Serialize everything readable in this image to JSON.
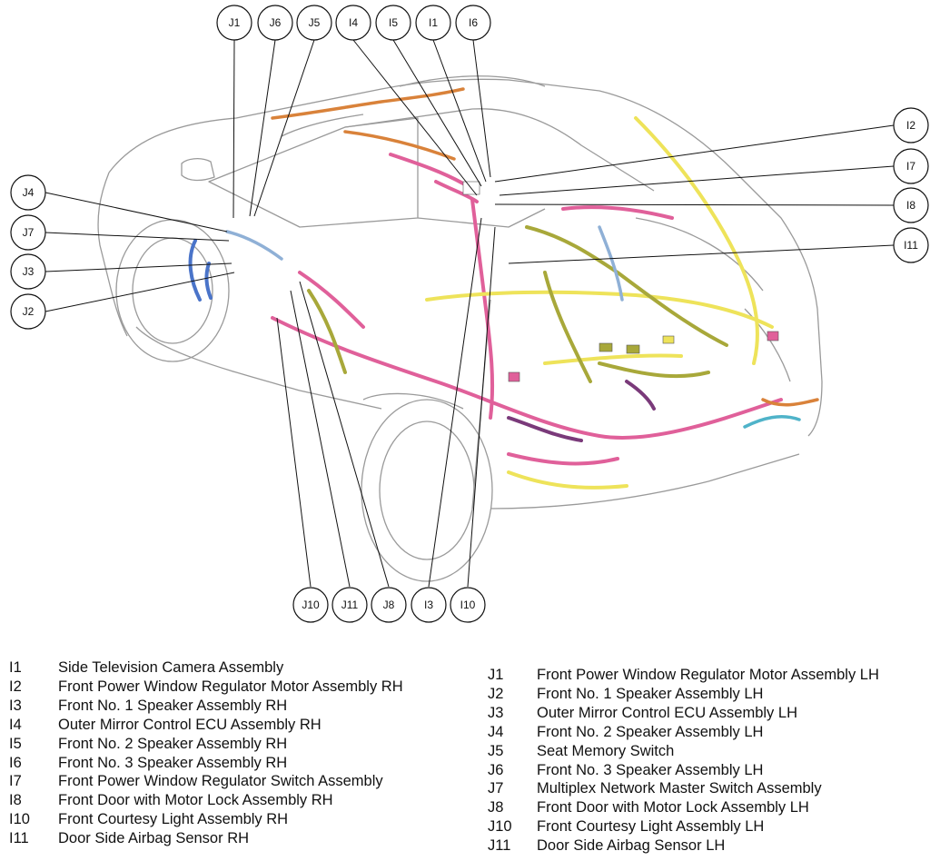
{
  "callouts": {
    "top": [
      "J1",
      "J6",
      "J5",
      "I4",
      "I5",
      "I1",
      "I6"
    ],
    "right": [
      "I2",
      "I7",
      "I8",
      "I11"
    ],
    "left": [
      "J4",
      "J7",
      "J3",
      "J2"
    ],
    "bottom": [
      "J10",
      "J11",
      "J8",
      "I3",
      "I10"
    ]
  },
  "legend": {
    "left": [
      {
        "code": "I1",
        "label": "Side Television Camera Assembly"
      },
      {
        "code": "I2",
        "label": "Front Power Window Regulator Motor Assembly RH"
      },
      {
        "code": "I3",
        "label": "Front No. 1 Speaker Assembly RH"
      },
      {
        "code": "I4",
        "label": "Outer Mirror Control ECU Assembly RH"
      },
      {
        "code": "I5",
        "label": "Front No. 2 Speaker Assembly RH"
      },
      {
        "code": "I6",
        "label": "Front No. 3 Speaker Assembly RH"
      },
      {
        "code": "I7",
        "label": "Front Power Window Regulator Switch Assembly"
      },
      {
        "code": "I8",
        "label": "Front Door with Motor Lock Assembly RH"
      },
      {
        "code": "I10",
        "label": "Front Courtesy Light Assembly RH"
      },
      {
        "code": "I11",
        "label": "Door Side Airbag Sensor RH"
      }
    ],
    "right": [
      {
        "code": "J1",
        "label": "Front Power Window Regulator Motor Assembly LH"
      },
      {
        "code": "J2",
        "label": "Front No. 1 Speaker Assembly LH"
      },
      {
        "code": "J3",
        "label": "Outer Mirror Control ECU Assembly LH"
      },
      {
        "code": "J4",
        "label": "Front No. 2 Speaker Assembly LH"
      },
      {
        "code": "J5",
        "label": "Seat Memory Switch"
      },
      {
        "code": "J6",
        "label": "Front No. 3 Speaker Assembly LH"
      },
      {
        "code": "J7",
        "label": "Multiplex Network Master Switch Assembly"
      },
      {
        "code": "J8",
        "label": "Front Door with Motor Lock Assembly LH"
      },
      {
        "code": "J10",
        "label": "Front Courtesy Light Assembly LH"
      },
      {
        "code": "J11",
        "label": "Door Side Airbag Sensor LH"
      }
    ]
  },
  "colors": {
    "pink": "#e0609a",
    "yellow": "#eee35a",
    "olive": "#a8a83a",
    "orange": "#d9823a",
    "blue": "#4a74c9",
    "lightblue": "#8fb0d6",
    "purple": "#7a3a7a",
    "cyan": "#4fb3c9",
    "outline": "#9a9a9a"
  }
}
